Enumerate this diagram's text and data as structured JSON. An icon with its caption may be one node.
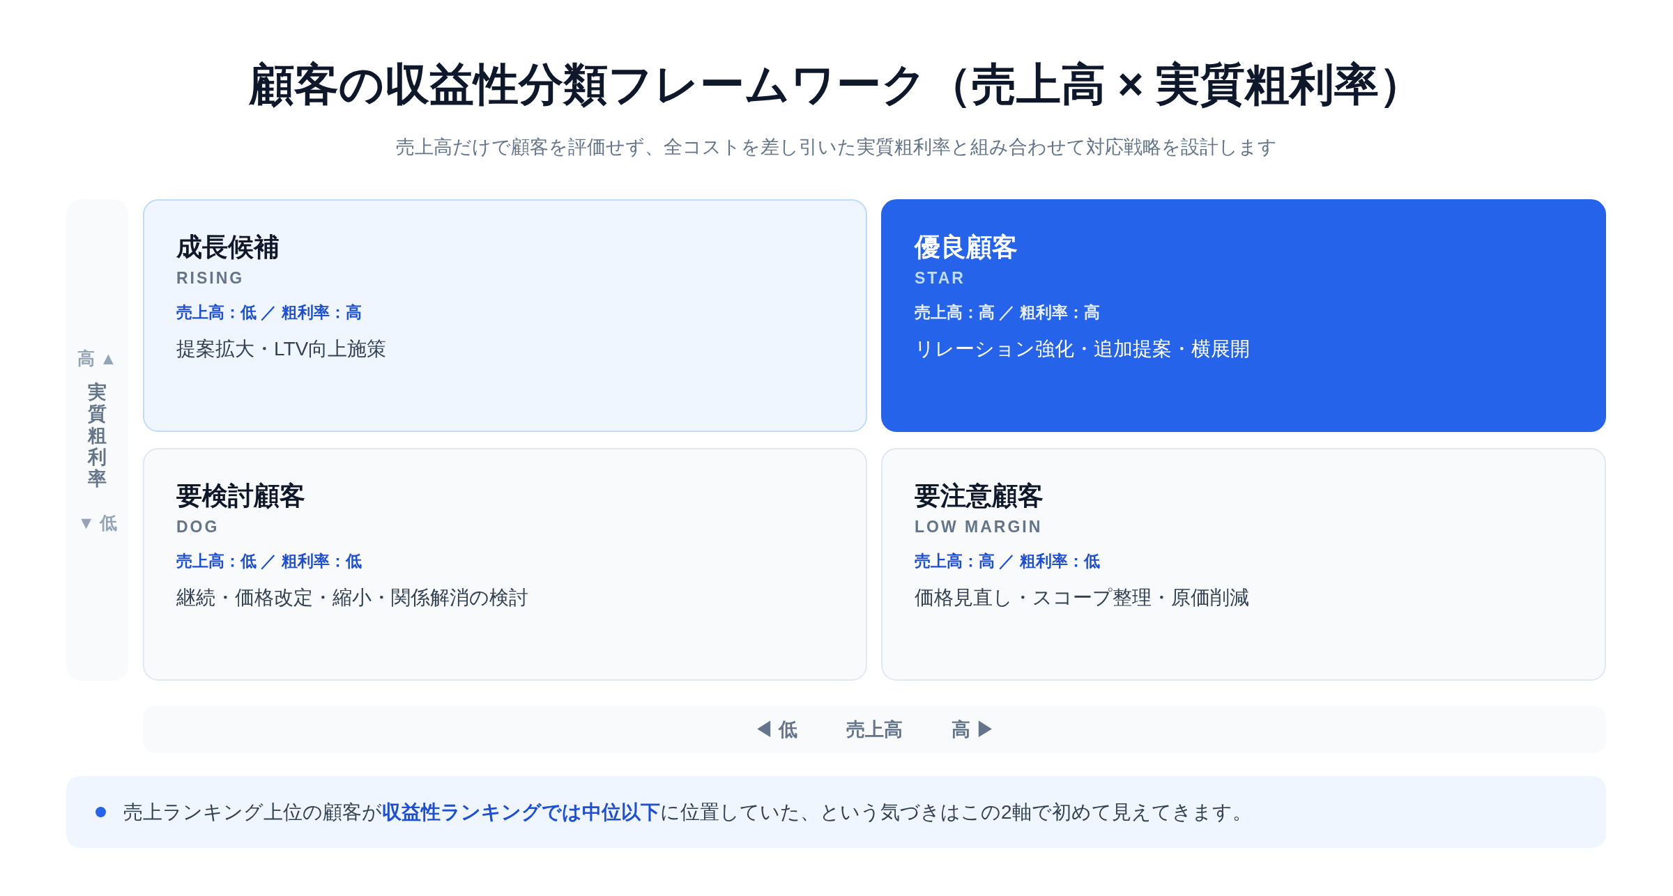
{
  "diagram": {
    "title": "顧客の収益性分類フレームワーク（売上高 × 実質粗利率）",
    "nodes": [
      {
        "text": [
          "高 ▲",
          "実質粗利率",
          "▼ 低"
        ]
      },
      {
        "text": [
          "成長候補",
          "RISING",
          "売上高：低 ／ 粗利率：高",
          "提案拡大・LTV向上施策"
        ]
      },
      {
        "text": [
          "優良顧客",
          "STAR",
          "売上高：高 ／ 粗利率：高",
          "リレーション強化・追加提案・横展開"
        ]
      },
      {
        "text": [
          "要検討顧客",
          "DOG",
          "売上高：低 ／ 粗利率：低",
          "継続・価格改定・縮小・関係解消の検討"
        ]
      },
      {
        "text": [
          "要注意顧客",
          "LOW MARGIN",
          "売上高：高 ／ 粗利率：低",
          "価格見直し・スコープ整理・原価削減"
        ]
      },
      {
        "text": [
          "◀ 低",
          "売上高",
          "高 ▶"
        ]
      },
      {
        "text": [
          "売上ランキング上位の顧客が**収益性ランキングでは中位以下**に位置していた、という気づきはこの2軸で初めて見えてきます。"
        ]
      }
    ],
    "labels": [
      "売上高だけで顧客を評価せず、全コストを差し引いた実質粗利率と組み合わせて対応戦略を設計します"
    ]
  }
}
